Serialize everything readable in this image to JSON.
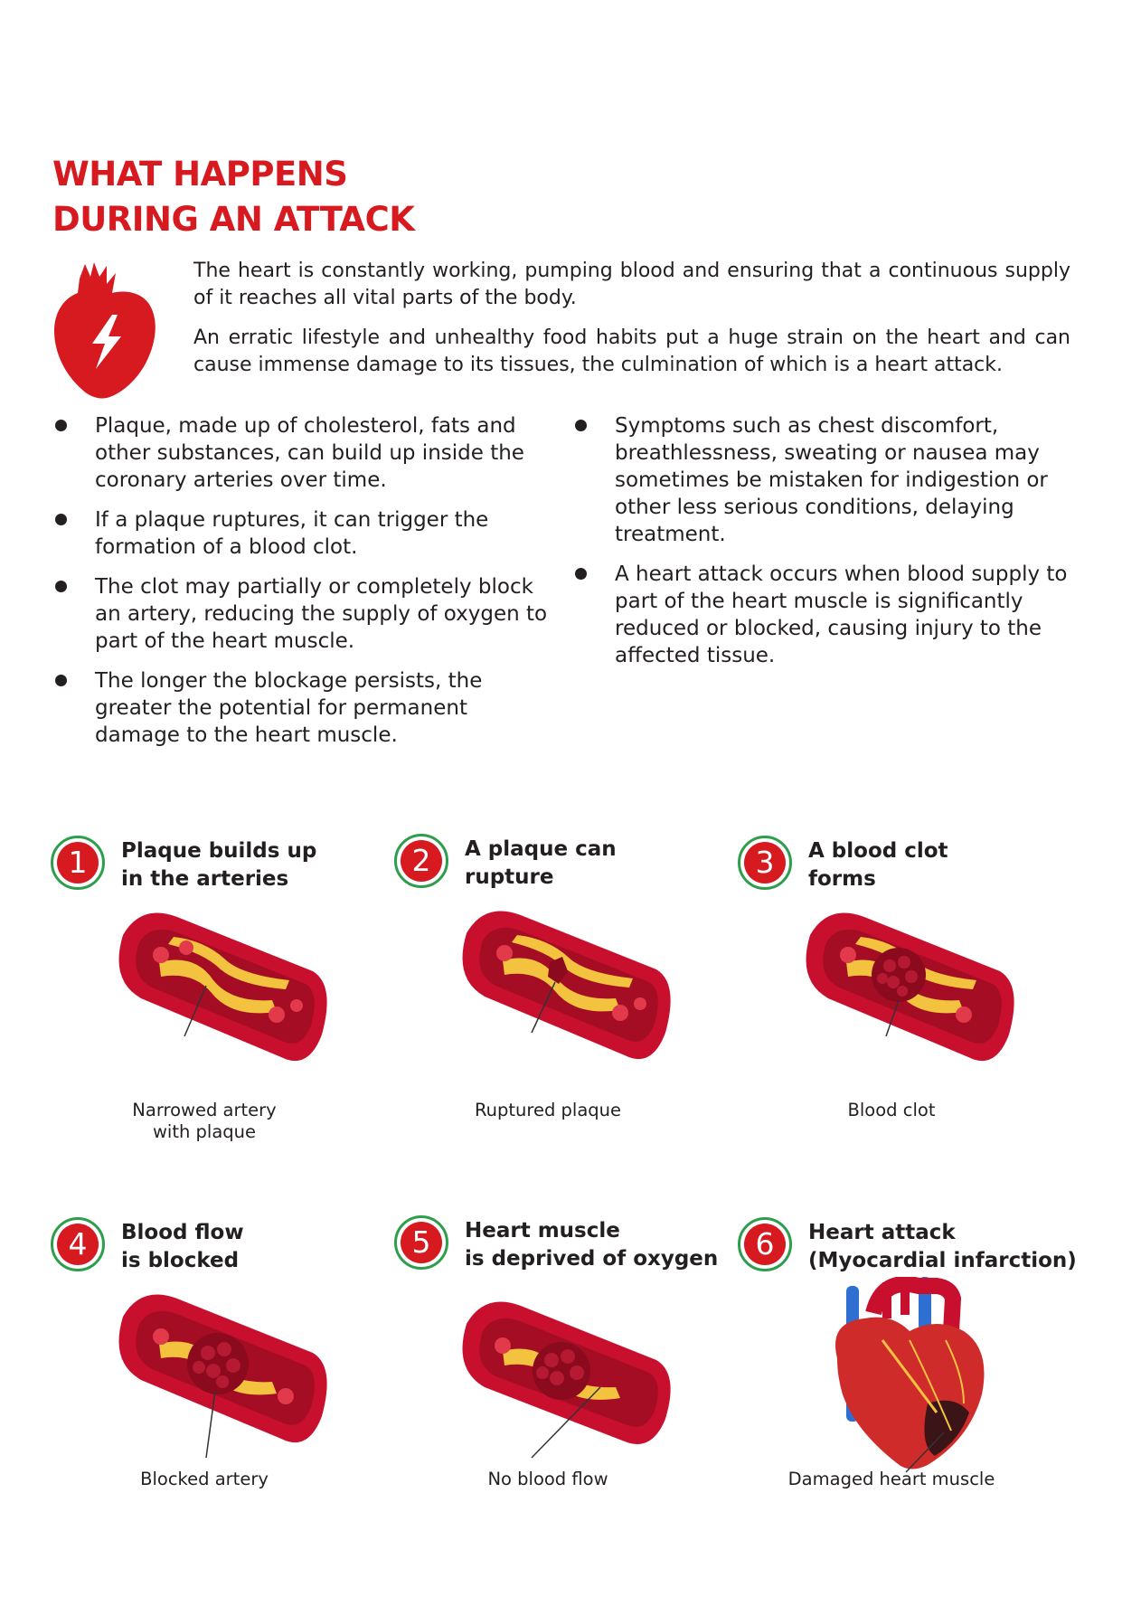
{
  "title": {
    "line1": "WHAT HAPPENS",
    "line2": "DURING AN ATTACK"
  },
  "icons": {
    "intro": "heart-lightning-icon"
  },
  "colors": {
    "accent": "#d71920",
    "ring": "#2e9e4d",
    "text": "#231f20"
  },
  "intro": [
    "The heart is constantly working, pumping blood and ensuring that a continuous supply of it reaches all vital parts of the body.",
    "An erratic lifestyle and unhealthy food habits put a huge strain on the heart and can cause immense damage to its tissues, the culmination of which is a heart attack."
  ],
  "bullets_left": [
    "Plaque, made up of cholesterol, fats and other substances, can build up inside the coronary arteries over time.",
    "If a plaque ruptures, it can trigger the formation of a blood clot.",
    "The clot may partially or completely block an artery, reducing the supply of oxygen to part of the heart muscle.",
    "The longer the blockage persists, the greater the potential for permanent damage to the heart muscle."
  ],
  "bullets_right": [
    "Symptoms such as chest discomfort, breathlessness, sweating or nausea may sometimes be mistaken for indigestion or other less serious conditions, delaying treatment.",
    "A heart attack occurs when blood supply to part of the heart muscle is significantly reduced or blocked, causing injury to the affected tissue."
  ],
  "steps": [
    {
      "num": "1",
      "title": [
        "Plaque builds up",
        "in the arteries"
      ],
      "label": [
        "Narrowed artery",
        "with plaque"
      ],
      "illustration": "artery-plaque"
    },
    {
      "num": "2",
      "title": [
        "A plaque can",
        "rupture"
      ],
      "label": [
        "Ruptured plaque"
      ],
      "illustration": "artery-ruptured-plaque"
    },
    {
      "num": "3",
      "title": [
        "A blood clot",
        "forms"
      ],
      "label": [
        "Blood clot"
      ],
      "illustration": "artery-blood-clot"
    },
    {
      "num": "4",
      "title": [
        "Blood flow",
        "is blocked"
      ],
      "label": [
        "Blocked artery"
      ],
      "illustration": "artery-blocked"
    },
    {
      "num": "5",
      "title": [
        "Heart muscle",
        "is deprived of oxygen"
      ],
      "label": [
        "No blood flow"
      ],
      "illustration": "artery-no-flow"
    },
    {
      "num": "6",
      "title": [
        "Heart attack",
        "(Myocardial infarction)"
      ],
      "label": [
        "Damaged heart muscle"
      ],
      "illustration": "damaged-heart"
    }
  ]
}
